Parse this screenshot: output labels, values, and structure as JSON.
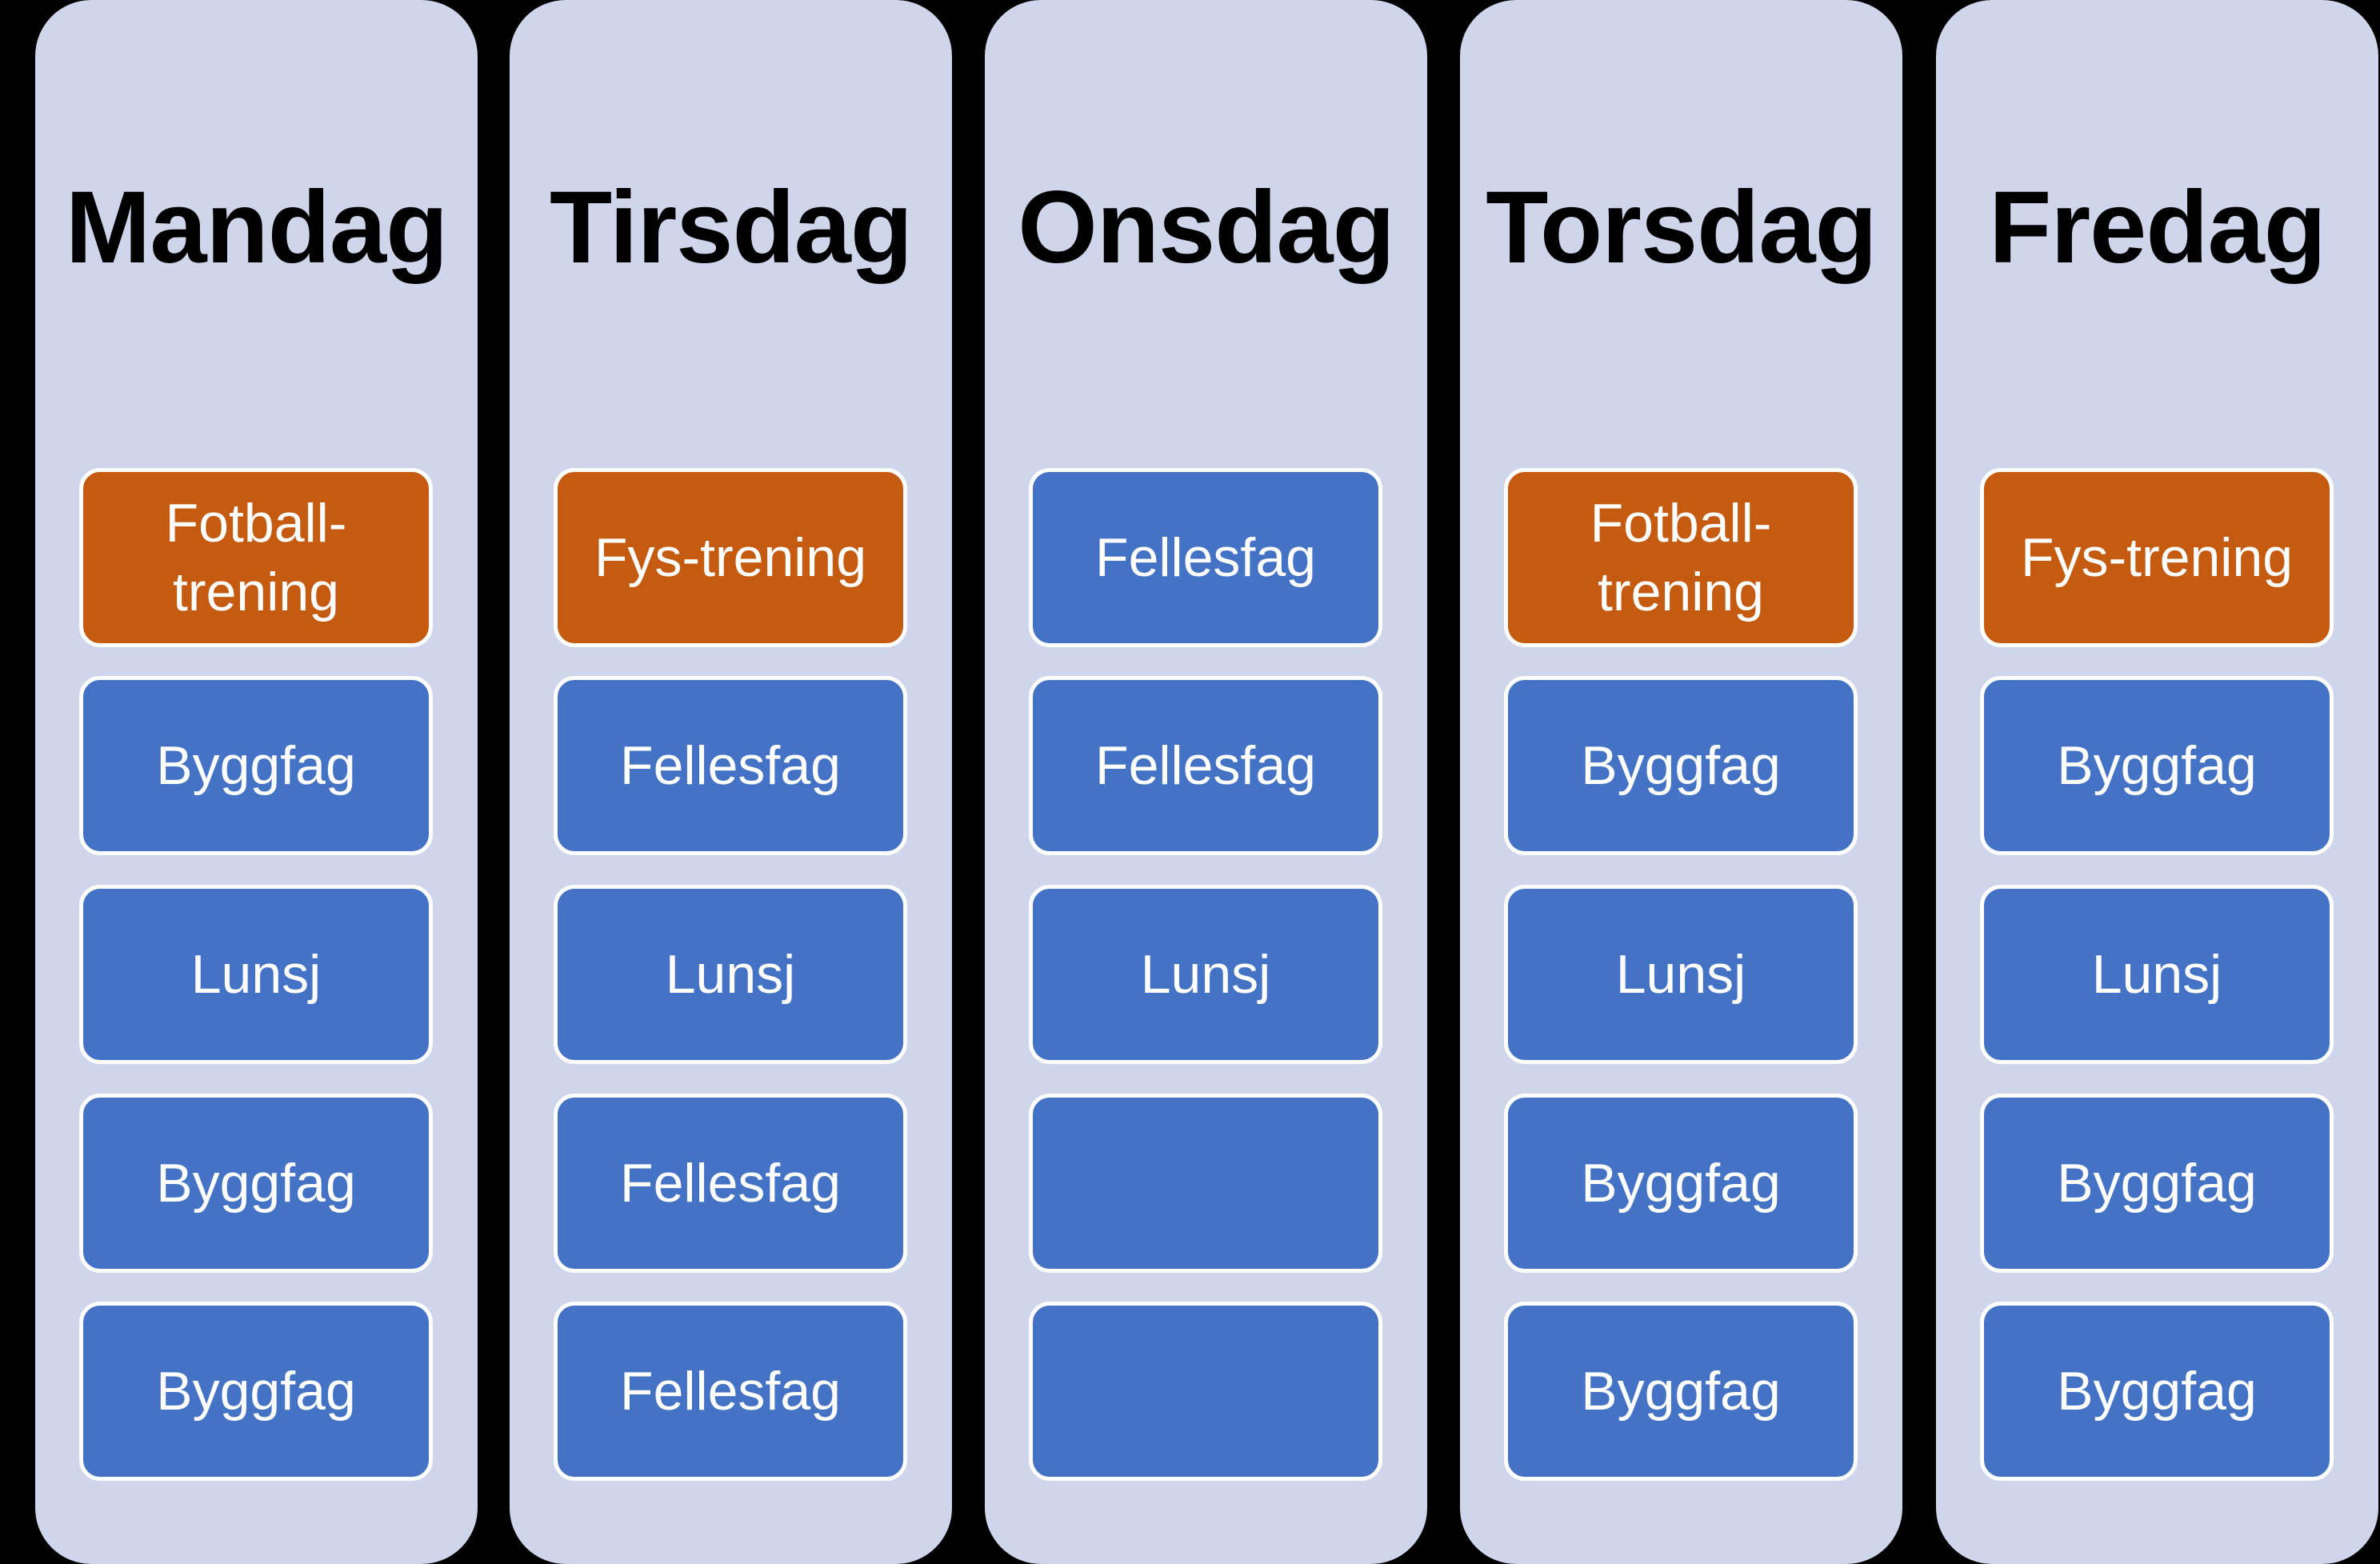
{
  "colors": {
    "background": "#000000",
    "column": "#cfd5ea",
    "subject": "#4472c4",
    "training": "#c55a11",
    "border": "#ffffff"
  },
  "days": [
    {
      "name": "Mandag",
      "slots": [
        {
          "label": "Fotball-\ntrening",
          "type": "training"
        },
        {
          "label": "Byggfag",
          "type": "subject"
        },
        {
          "label": "Lunsj",
          "type": "subject"
        },
        {
          "label": "Byggfag",
          "type": "subject"
        },
        {
          "label": "Byggfag",
          "type": "subject"
        }
      ]
    },
    {
      "name": "Tirsdag",
      "slots": [
        {
          "label": "Fys-trening",
          "type": "training"
        },
        {
          "label": "Fellesfag",
          "type": "subject"
        },
        {
          "label": "Lunsj",
          "type": "subject"
        },
        {
          "label": "Fellesfag",
          "type": "subject"
        },
        {
          "label": "Fellesfag",
          "type": "subject"
        }
      ]
    },
    {
      "name": "Onsdag",
      "slots": [
        {
          "label": "Fellesfag",
          "type": "subject"
        },
        {
          "label": "Fellesfag",
          "type": "subject"
        },
        {
          "label": "Lunsj",
          "type": "subject"
        },
        {
          "label": "",
          "type": "subject"
        },
        {
          "label": "",
          "type": "subject"
        }
      ]
    },
    {
      "name": "Torsdag",
      "slots": [
        {
          "label": "Fotball-\ntrening",
          "type": "training"
        },
        {
          "label": "Byggfag",
          "type": "subject"
        },
        {
          "label": "Lunsj",
          "type": "subject"
        },
        {
          "label": "Byggfag",
          "type": "subject"
        },
        {
          "label": "Byggfag",
          "type": "subject"
        }
      ]
    },
    {
      "name": "Fredag",
      "slots": [
        {
          "label": "Fys-trening",
          "type": "training"
        },
        {
          "label": "Byggfag",
          "type": "subject"
        },
        {
          "label": "Lunsj",
          "type": "subject"
        },
        {
          "label": "Byggfag",
          "type": "subject"
        },
        {
          "label": "Byggfag",
          "type": "subject"
        }
      ]
    }
  ]
}
